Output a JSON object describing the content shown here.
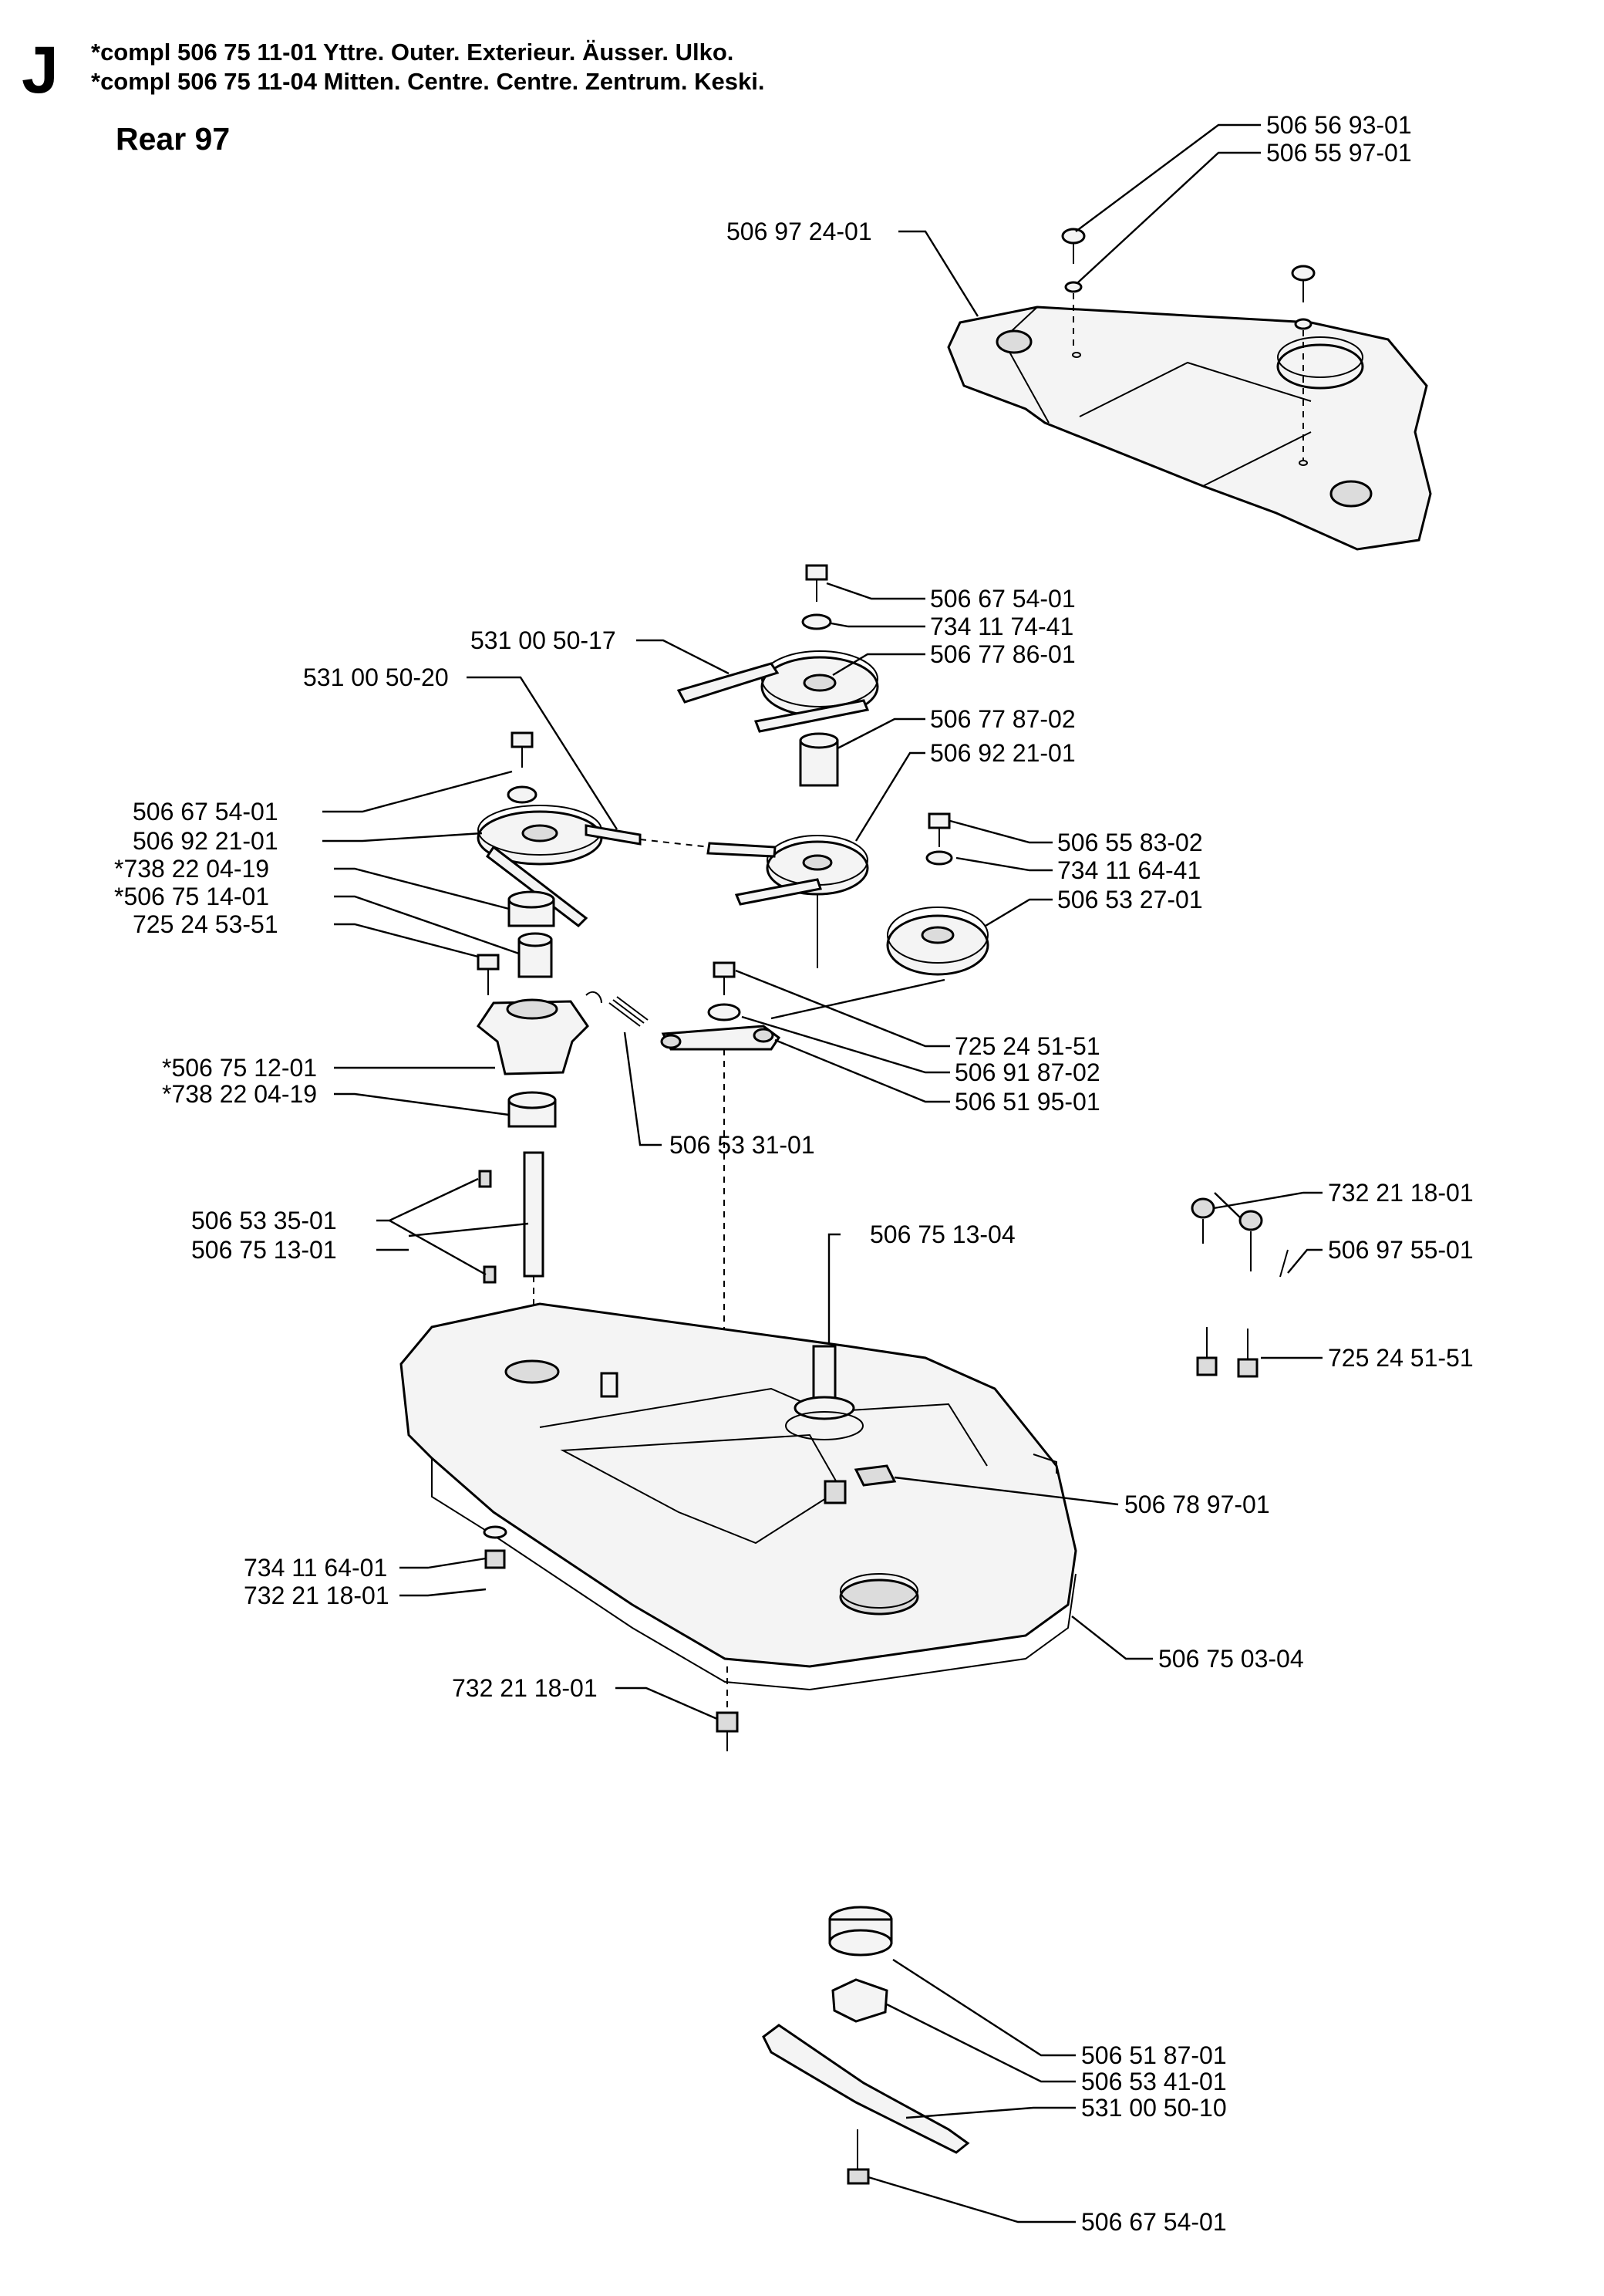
{
  "header": {
    "section_letter": "J",
    "line1": "*compl 506 75 11-01  Yttre. Outer. Exterieur. Äusser. Ulko.",
    "line2": "*compl 506 75 11-04  Mitten. Centre. Centre. Zentrum. Keski.",
    "title": "Rear 97"
  },
  "labels": {
    "l01": "506 56 93-01",
    "l02": "506 55 97-01",
    "l03": "506 97 24-01",
    "l04": "506 67 54-01",
    "l05": "734 11 74-41",
    "l06": "531 00 50-17",
    "l07": "506 77 86-01",
    "l08": "531 00 50-20",
    "l09": "506 77 87-02",
    "l10": "506 92 21-01",
    "l11": "506 67 54-01",
    "l12": "506 92 21-01",
    "l13": "506 55 83-02",
    "l14": "*738 22 04-19",
    "l15": "734 11 64-41",
    "l16": "*506 75 14-01",
    "l17": "506 53 27-01",
    "l18": "725 24 53-51",
    "l19": "725 24 51-51",
    "l20": "*506 75 12-01",
    "l21": "506 91 87-02",
    "l22": "*738 22 04-19",
    "l23": "506 51 95-01",
    "l24": "506 53 31-01",
    "l25": "732 21 18-01",
    "l26": "506 53 35-01",
    "l27": "506 75 13-04",
    "l28": "506 75 13-01",
    "l29": "506 97 55-01",
    "l30": "725 24 51-51",
    "l31": "506 78 97-01",
    "l32": "734 11 64-01",
    "l33": "732 21 18-01",
    "l34": "506 75 03-04",
    "l35": "732 21 18-01",
    "l36": "506 51 87-01",
    "l37": "506 53 41-01",
    "l38": "531 00 50-10",
    "l39": "506 67 54-01"
  }
}
